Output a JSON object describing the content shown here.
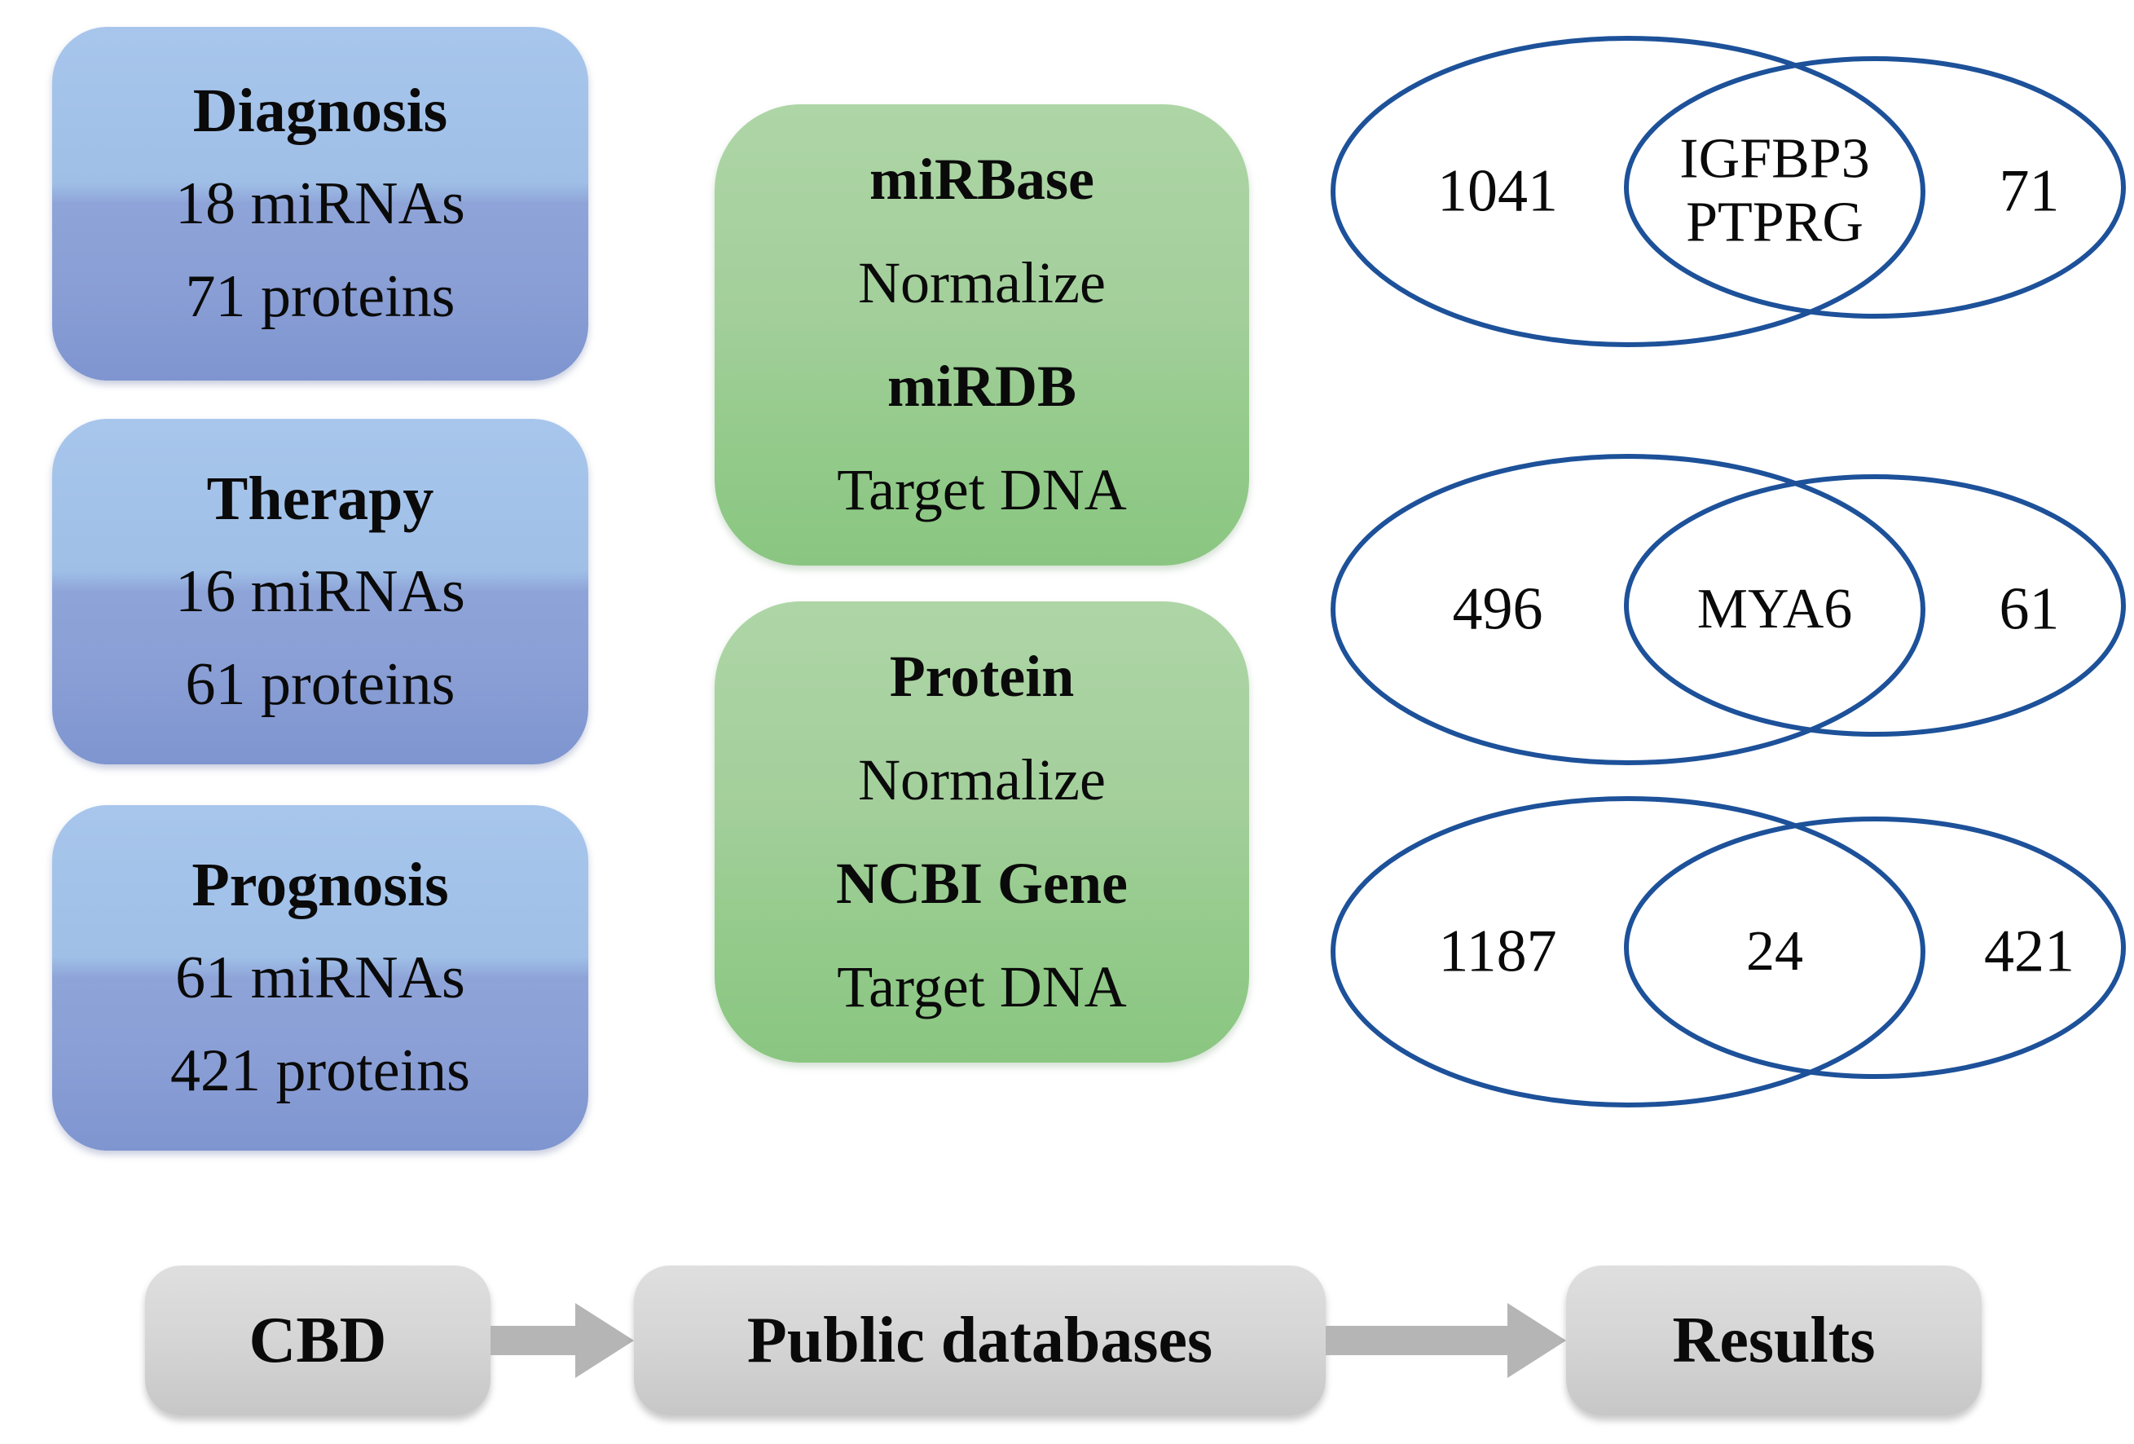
{
  "palette": {
    "blue_box_top": "#a8c6ec",
    "blue_box_bottom": "#7f95d0",
    "green_box_top": "#aed5a6",
    "green_box_bottom": "#8ac681",
    "gray_box_top": "#dfdfdf",
    "gray_box_bottom": "#c7c7c7",
    "venn_stroke": "#1d5199",
    "arrow_gray": "#b5b5b5",
    "text_color": "#0a0a0a"
  },
  "left_boxes": [
    {
      "title": "Diagnosis",
      "lines": [
        "18 miRNAs",
        "71 proteins"
      ]
    },
    {
      "title": "Therapy",
      "lines": [
        "16 miRNAs",
        "61 proteins"
      ]
    },
    {
      "title": "Prognosis",
      "lines": [
        "61 miRNAs",
        "421 proteins"
      ]
    }
  ],
  "process_boxes": [
    {
      "lines": [
        "miRBase",
        "Normalize",
        "miRDB",
        "Target DNA"
      ]
    },
    {
      "lines": [
        "Protein",
        "Normalize",
        "NCBI Gene",
        "Target DNA"
      ]
    }
  ],
  "venn_diagrams": [
    {
      "left_value": "1041",
      "intersection": [
        "IGFBP3",
        "PTPRG"
      ],
      "right_value": "71"
    },
    {
      "left_value": "496",
      "intersection": [
        "MYA6"
      ],
      "right_value": "61"
    },
    {
      "left_value": "1187",
      "intersection": [
        "24"
      ],
      "right_value": "421"
    }
  ],
  "flow_steps": [
    {
      "label": "CBD"
    },
    {
      "label": "Public databases"
    },
    {
      "label": "Results"
    }
  ]
}
